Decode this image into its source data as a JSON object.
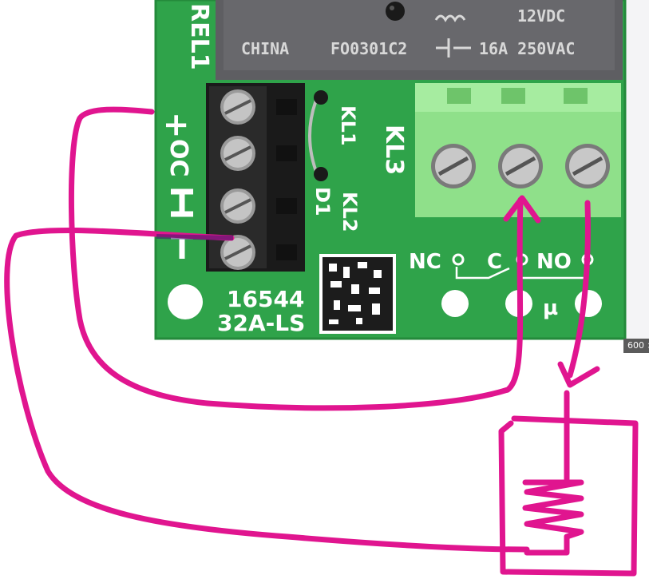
{
  "image": {
    "dimension_badge": "600 ×",
    "relay": {
      "origin": "CHINA",
      "part_code": "FO0301C2",
      "coil_voltage": "12VDC",
      "contact_rating": "16A 250VAC"
    },
    "silkscreen": {
      "rel_label": "REL1",
      "plus_label": "+",
      "oc_label": "OC",
      "kl1_label": "KL1",
      "kl2_label": "KL2",
      "kl3_label": "KL3",
      "d1_label": "D1",
      "nc_label": "NC",
      "c_label": "C",
      "no_label": "NO",
      "mu_label": "µ",
      "board_number": "16544",
      "board_rev": "32A-LS"
    },
    "colors": {
      "pcb_green": "#2fa34a",
      "terminal_green": "#8fe08a",
      "wire_magenta": "#e0158f",
      "screw_metal": "#b8b8b8",
      "relay_body": "#5e5e62"
    }
  }
}
